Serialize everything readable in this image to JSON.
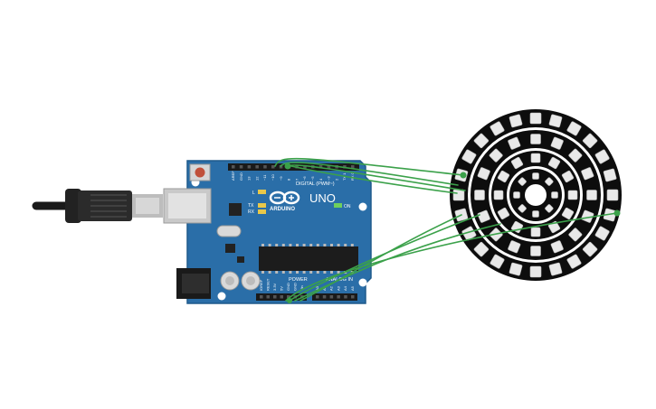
{
  "board": {
    "brand": "ARDUINO",
    "model": "UNO",
    "digital_header": "DIGITAL (PWM~)",
    "power_header": "POWER",
    "analog_header": "ANALOG IN",
    "on_label": "ON",
    "l_label": "L",
    "tx_label": "TX",
    "rx_label": "RX",
    "digital_pins": [
      "AREF",
      "GND",
      "13",
      "12",
      "~11",
      "~10",
      "~9",
      "8",
      "7",
      "~6",
      "~5",
      "4",
      "~3",
      "2",
      "TX 1",
      "RX 0"
    ],
    "power_pins": [
      "IOREF",
      "RESET",
      "3.3V",
      "5V",
      "GND",
      "GND",
      "Vin"
    ],
    "analog_pins": [
      "A0",
      "A1",
      "A2",
      "A3",
      "A4",
      "A5"
    ]
  },
  "rings": [
    {
      "name": "outer-ring",
      "pixels": 24
    },
    {
      "name": "middle-ring",
      "pixels": 16
    },
    {
      "name": "inner-ring",
      "pixels": 12
    },
    {
      "name": "center-ring",
      "pixels": 8
    }
  ],
  "colors": {
    "board": "#2a6ea8",
    "board_edge": "#1f5a8c",
    "wire": "#3ba14a",
    "ring": "#111111",
    "led": "#e9e9e9"
  },
  "icons": {
    "usb_cable": "usb-cable-icon",
    "logo": "arduino-infinity-logo-icon"
  }
}
